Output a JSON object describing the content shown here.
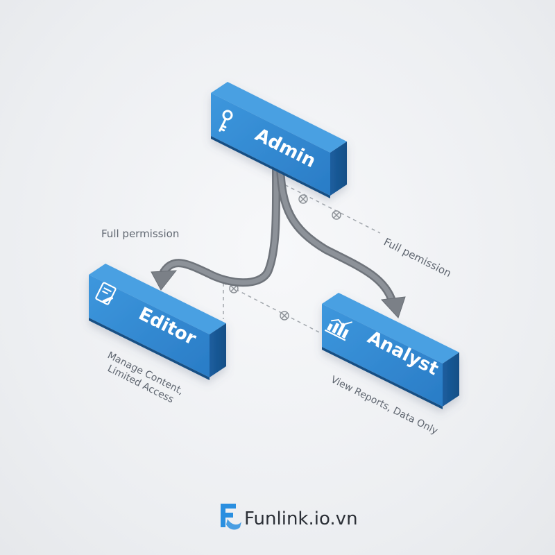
{
  "nodes": {
    "admin": {
      "label": "Admin",
      "icon": "key-icon"
    },
    "editor": {
      "label": "Editor",
      "icon": "document-pencil-icon",
      "description": [
        "Manage Content,",
        "Limited Access"
      ]
    },
    "analyst": {
      "label": "Analyst",
      "icon": "bar-chart-icon",
      "description": "View Reports, Data Only"
    }
  },
  "edges": {
    "admin_editor": {
      "label": "Full permission"
    },
    "admin_analyst": {
      "label": "Full pemission"
    }
  },
  "brand": {
    "name": "Funlink.io.vn",
    "icon": "funlink-logo-icon"
  },
  "colors": {
    "node_top": "#2f86cf",
    "node_side": "#1a5da3",
    "node_front": "#1d67b1",
    "arrow": "#7b8087",
    "dashed": "#9ea3a9",
    "brand_blue": "#2a8fe0"
  }
}
